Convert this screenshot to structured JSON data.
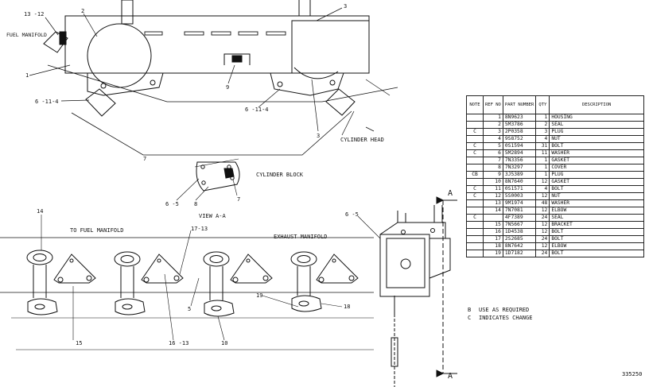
{
  "labels": {
    "fuel_manifold": "FUEL MANIFOLD",
    "cylinder_head": "CYLINDER HEAD",
    "cylinder_block": "CYLINDER BLOCK",
    "view_aa": "VIEW A-A",
    "to_fuel_manifold": "TO FUEL MANIFOLD",
    "exhaust_manifold": "EXHAUST MANIFOLD",
    "section_a": "A",
    "drawing_number": "335250"
  },
  "callouts": {
    "c_13_12": "13 -12",
    "c_2": "2",
    "c_3": "3",
    "c_1": "1",
    "c_6114_left": "6 -11-4",
    "c_9": "9",
    "c_6114_right": "6 -11-4",
    "c_3b": "3",
    "c_7": "7",
    "c_65_view": "6 -5",
    "c_8": "8",
    "c_7b": "7",
    "c_14": "14",
    "c_65_right": "6 -5",
    "c_17_13": "17-13",
    "c_5": "5",
    "c_15": "15",
    "c_16_13": "16 -13",
    "c_10": "10",
    "c_19": "19",
    "c_18": "18"
  },
  "parts_table": {
    "headers": [
      "NOTE",
      "REF NO",
      "PART NUMBER",
      "QTY",
      "DESCRIPTION"
    ],
    "rows": [
      {
        "note": "",
        "ref": "1",
        "part": "8N9623",
        "qty": "1",
        "desc": "HOUSING"
      },
      {
        "note": "",
        "ref": "2",
        "part": "5M3786",
        "qty": "2",
        "desc": "SEAL"
      },
      {
        "note": "C",
        "ref": "3",
        "part": "2P0358",
        "qty": "3",
        "desc": "PLUG"
      },
      {
        "note": "",
        "ref": "4",
        "part": "9S8752",
        "qty": "4",
        "desc": "NUT"
      },
      {
        "note": "C",
        "ref": "5",
        "part": "0S1594",
        "qty": "31",
        "desc": "BOLT"
      },
      {
        "note": "C",
        "ref": "6",
        "part": "5M2894",
        "qty": "11",
        "desc": "WASHER"
      },
      {
        "note": "",
        "ref": "7",
        "part": "7N3356",
        "qty": "1",
        "desc": "GASKET"
      },
      {
        "note": "",
        "ref": "8",
        "part": "7N3297",
        "qty": "1",
        "desc": "COVER"
      },
      {
        "note": "CB",
        "ref": "9",
        "part": "3J5389",
        "qty": "1",
        "desc": "PLUG"
      },
      {
        "note": "",
        "ref": "10",
        "part": "8N7640",
        "qty": "12",
        "desc": "GASKET"
      },
      {
        "note": "C",
        "ref": "11",
        "part": "0S1571",
        "qty": "4",
        "desc": "BOLT"
      },
      {
        "note": "C",
        "ref": "12",
        "part": "5S0003",
        "qty": "12",
        "desc": "NUT"
      },
      {
        "note": "",
        "ref": "13",
        "part": "9M1974",
        "qty": "48",
        "desc": "WASHER"
      },
      {
        "note": "",
        "ref": "14",
        "part": "7N7081",
        "qty": "12",
        "desc": "ELBOW"
      },
      {
        "note": "C",
        "ref": "",
        "part": "4F7389",
        "qty": "24",
        "desc": "SEAL"
      },
      {
        "note": "",
        "ref": "15",
        "part": "7N5667",
        "qty": "12",
        "desc": "BRACKET"
      },
      {
        "note": "",
        "ref": "16",
        "part": "1D4538",
        "qty": "12",
        "desc": "BOLT"
      },
      {
        "note": "",
        "ref": "17",
        "part": "2S2685",
        "qty": "24",
        "desc": "BOLT"
      },
      {
        "note": "",
        "ref": "18",
        "part": "8N7642",
        "qty": "12",
        "desc": "ELBOW"
      },
      {
        "note": "",
        "ref": "19",
        "part": "1D7182",
        "qty": "24",
        "desc": "BOLT"
      }
    ]
  },
  "notes": [
    {
      "code": "B",
      "text": "USE AS REQUIRED"
    },
    {
      "code": "C",
      "text": "INDICATES CHANGE"
    }
  ]
}
